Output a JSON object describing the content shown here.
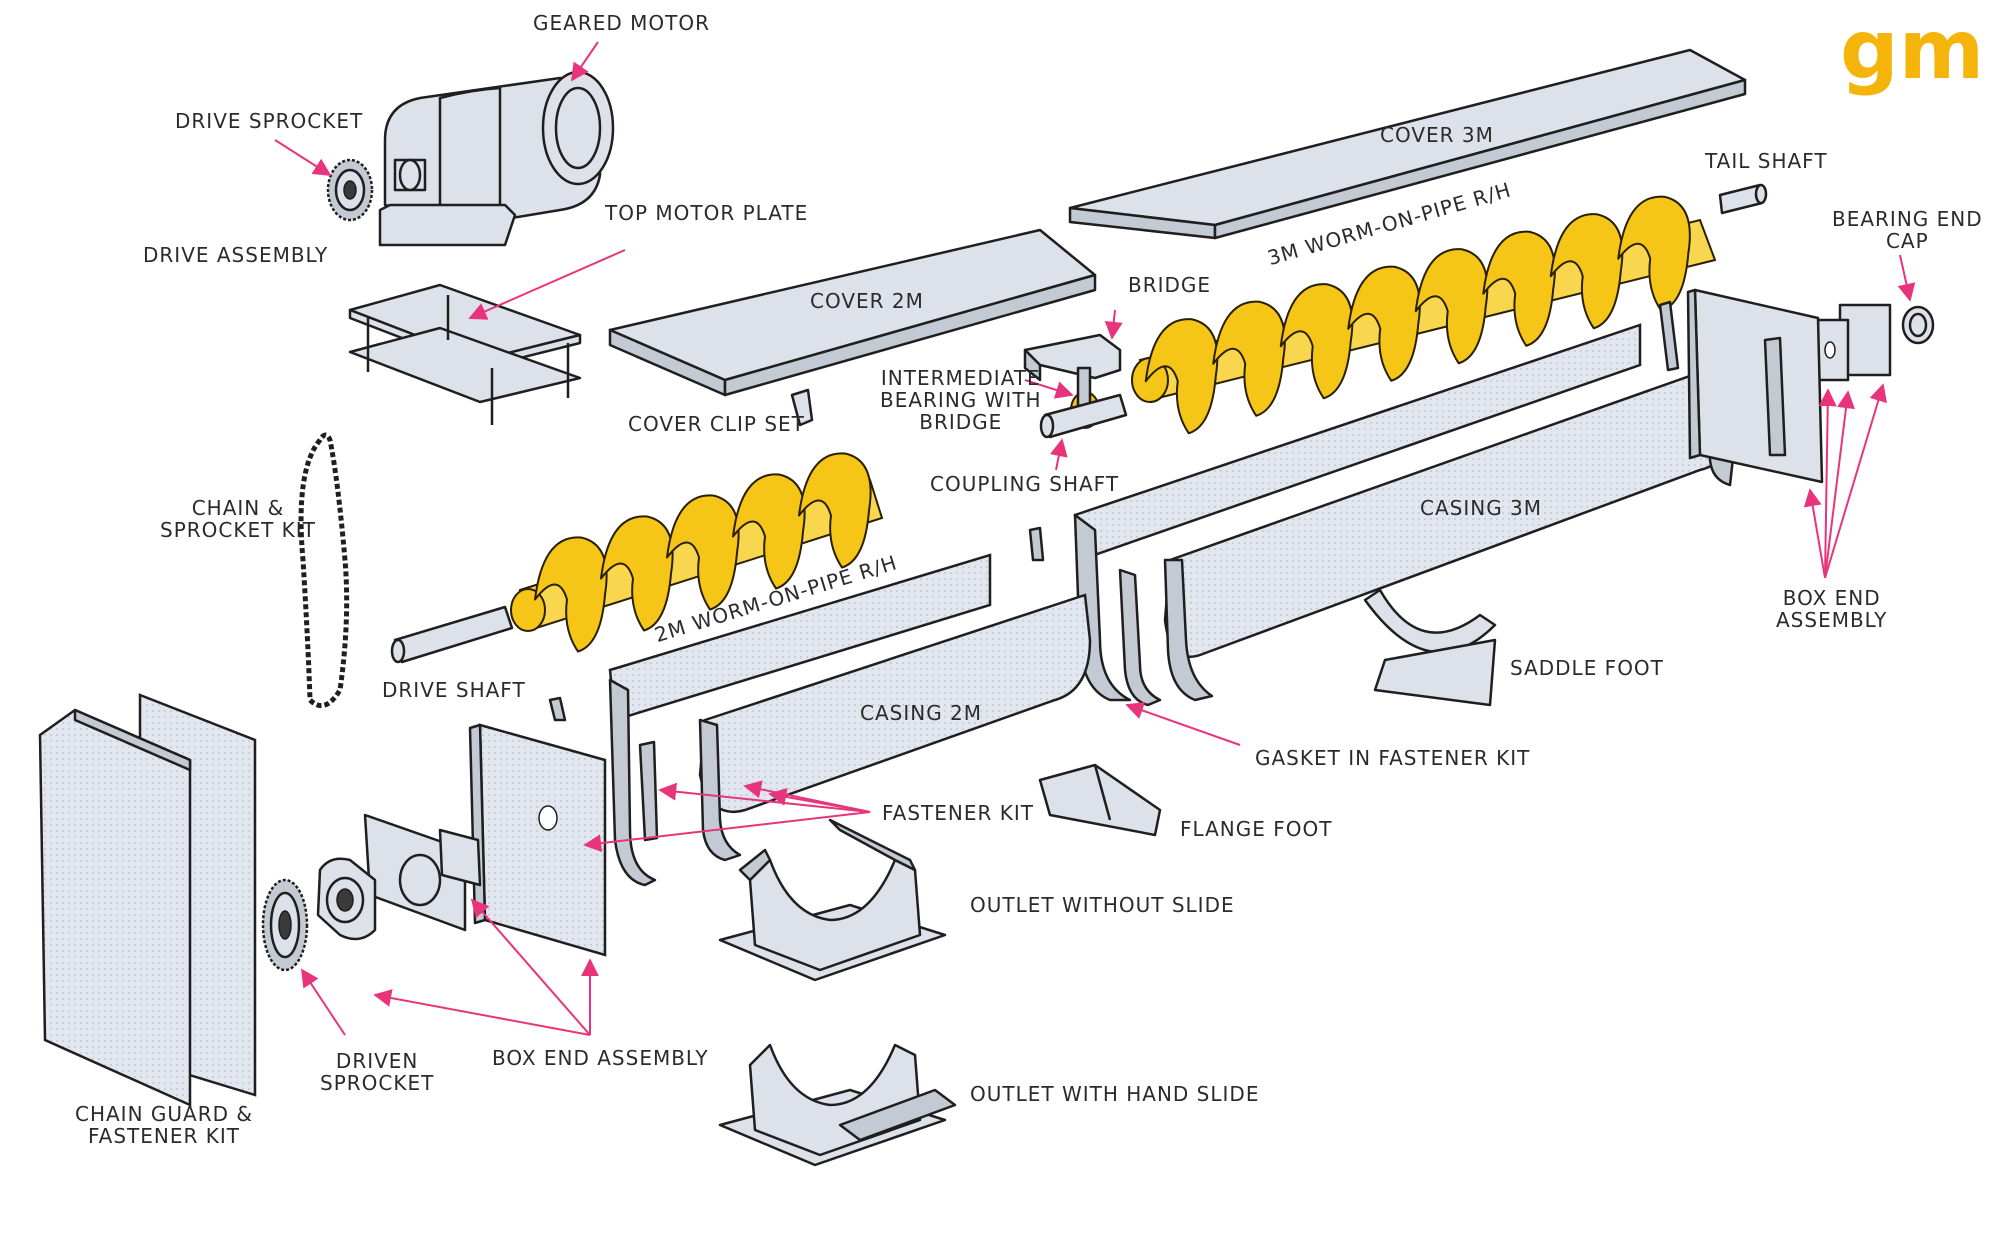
{
  "brand": {
    "logo_text": "gm",
    "color": "#f5b40a"
  },
  "colors": {
    "arrow": "#e8347a",
    "worm": "#f5c518",
    "metal": "#dde2ea",
    "line": "#1f1f1f"
  },
  "labels": {
    "geared_motor": "GEARED MOTOR",
    "drive_sprocket": "DRIVE SPROCKET",
    "top_motor_plate": "TOP MOTOR PLATE",
    "drive_assembly": "DRIVE ASSEMBLY",
    "cover_2m": "COVER 2M",
    "cover_3m": "COVER 3M",
    "tail_shaft": "TAIL SHAFT",
    "bearing_end_cap": "BEARING END\nCAP",
    "worm_3m": "3M WORM-ON-PIPE R/H",
    "bridge": "BRIDGE",
    "intermediate_bearing": "INTERMEDIATE\nBEARING WITH\nBRIDGE",
    "cover_clip_set": "COVER CLIP SET",
    "coupling_shaft": "COUPLING SHAFT",
    "chain_sprocket_kit": "CHAIN &\nSPROCKET KIT",
    "worm_2m": "2M WORM-ON-PIPE R/H",
    "casing_3m": "CASING 3M",
    "box_end_assembly_right": "BOX END\nASSEMBLY",
    "drive_shaft": "DRIVE SHAFT",
    "casing_2m": "CASING 2M",
    "saddle_foot": "SADDLE FOOT",
    "gasket_in_fastener_kit": "GASKET IN FASTENER KIT",
    "fastener_kit": "FASTENER KIT",
    "flange_foot": "FLANGE FOOT",
    "outlet_without_slide": "OUTLET WITHOUT SLIDE",
    "driven_sprocket": "DRIVEN\nSPROCKET",
    "box_end_assembly_left": "BOX END ASSEMBLY",
    "outlet_with_hand_slide": "OUTLET WITH HAND SLIDE",
    "chain_guard": "CHAIN GUARD &\nFASTENER KIT"
  }
}
